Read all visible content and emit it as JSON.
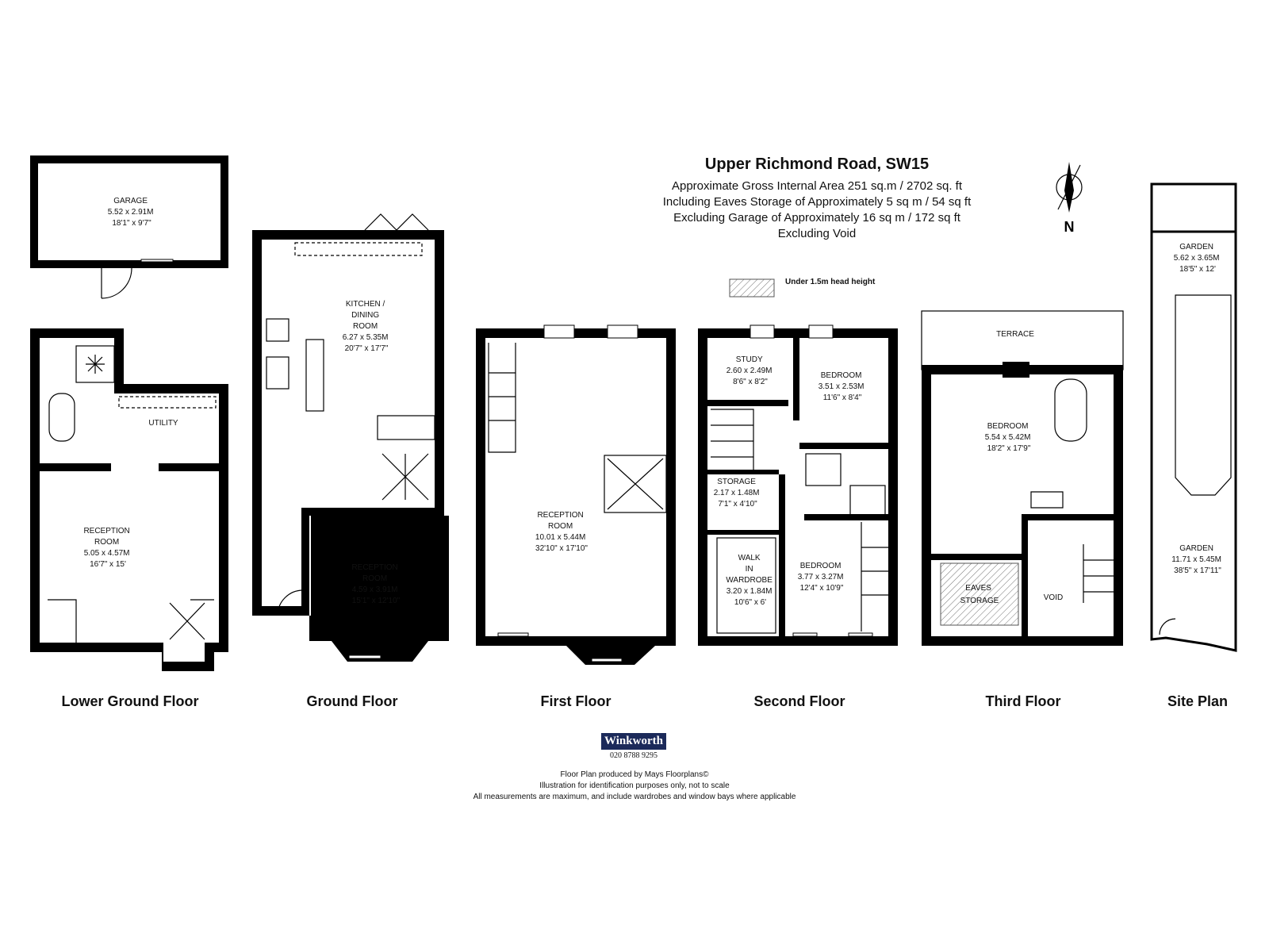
{
  "header": {
    "title": "Upper Richmond Road, SW15",
    "lines": [
      "Approximate Gross Internal Area 251 sq.m  /  2702 sq. ft",
      "Including Eaves Storage of Approximately 5 sq m /  54 sq ft",
      "Excluding Garage of Approximately 16 sq m /  172 sq ft",
      "Excluding Void"
    ]
  },
  "compass": {
    "label": "N"
  },
  "legend": {
    "text": "Under 1.5m head height"
  },
  "floors": {
    "lower_ground": "Lower Ground Floor",
    "ground": "Ground Floor",
    "first": "First Floor",
    "second": "Second Floor",
    "third": "Third Floor",
    "site": "Site Plan"
  },
  "rooms": {
    "garage": [
      "GARAGE",
      "5.52 x 2.91M",
      "18'1\" x 9'7\""
    ],
    "utility": [
      "UTILITY"
    ],
    "lg_reception": [
      "RECEPTION",
      "ROOM",
      "5.05 x 4.57M",
      "16'7\" x 15'"
    ],
    "kitchen": [
      "KITCHEN /",
      "DINING",
      "ROOM",
      "6.27 x 5.35M",
      "20'7\" x 17'7\""
    ],
    "g_reception": [
      "RECEPTION",
      "ROOM",
      "4.59 x 3.91M",
      "15'1\" x 12'10\""
    ],
    "f_reception": [
      "RECEPTION",
      "ROOM",
      "10.01 x 5.44M",
      "32'10\" x 17'10\""
    ],
    "study": [
      "STUDY",
      "2.60 x 2.49M",
      "8'6\" x 8'2\""
    ],
    "s_bedroom1": [
      "BEDROOM",
      "3.51 x 2.53M",
      "11'6\" x 8'4\""
    ],
    "storage": [
      "STORAGE",
      "2.17 x 1.48M",
      "7'1\" x 4'10\""
    ],
    "walkin": [
      "WALK",
      "IN",
      "WARDROBE",
      "3.20 x 1.84M",
      "10'6\" x 6'"
    ],
    "s_bedroom2": [
      "BEDROOM",
      "3.77 x 3.27M",
      "12'4\" x 10'9\""
    ],
    "terrace": [
      "TERRACE"
    ],
    "t_bedroom": [
      "BEDROOM",
      "5.54 x 5.42M",
      "18'2\" x 17'9\""
    ],
    "eaves": [
      "EAVES",
      "STORAGE"
    ],
    "void": [
      "VOID"
    ],
    "garden_top": [
      "GARDEN",
      "5.62 x 3.65M",
      "18'5\" x 12'"
    ],
    "garden_main": [
      "GARDEN",
      "11.71 x 5.45M",
      "38'5\" x 17'11\""
    ]
  },
  "brand": {
    "name": "Winkworth",
    "phone": "020 8788 9295"
  },
  "footer": [
    "Floor Plan produced by Mays Floorplans©",
    "Illustration for identification purposes only, not to scale",
    "All measurements are maximum, and include wardrobes and window bays where applicable"
  ]
}
